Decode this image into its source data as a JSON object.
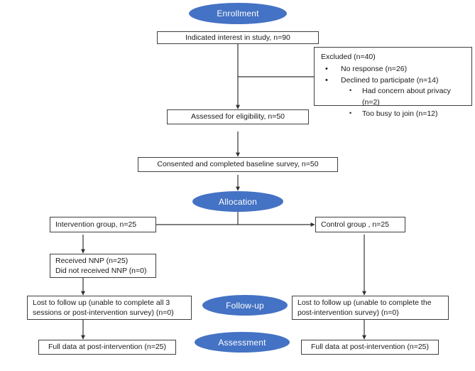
{
  "diagram": {
    "title": "CONSORT participant flow diagram",
    "accent_color": "#4472C4",
    "box_border_color": "#3f3f3f",
    "connector_color": "#333333",
    "background": "#ffffff"
  },
  "stages": [
    {
      "name": "enrollment",
      "label": "Enrollment"
    },
    {
      "name": "allocation",
      "label": "Allocation"
    },
    {
      "name": "follow-up",
      "label": "Follow-up"
    },
    {
      "name": "assessment",
      "label": "Assessment"
    }
  ],
  "nodes": {
    "interest": "Indicated interest in study, n=90",
    "assessed": "Assessed for eligibility, n=50",
    "consented": "Consented and completed baseline survey, n=50",
    "intervention_group": "Intervention group, n=25",
    "control_group": "Control group , n=25",
    "received_nnp": "Received NNP (n=25)\nDid not received NNP (n=0)",
    "lost_intervention": "Lost to follow up (unable to complete all 3 sessions or post-intervention survey) (n=0)",
    "lost_control": "Lost to follow up (unable to complete the post-intervention survey) (n=0)",
    "full_data_intervention": "Full data at post-intervention (n=25)",
    "full_data_control": "Full data at post-intervention (n=25)"
  },
  "excluded": {
    "heading": "Excluded (n=40)",
    "items": [
      {
        "label": "No response (n=26)",
        "children": []
      },
      {
        "label": "Declined to participate (n=14)",
        "children": [
          "Had concern about privacy (n=2)",
          "Too busy to join (n=12)"
        ]
      }
    ]
  }
}
